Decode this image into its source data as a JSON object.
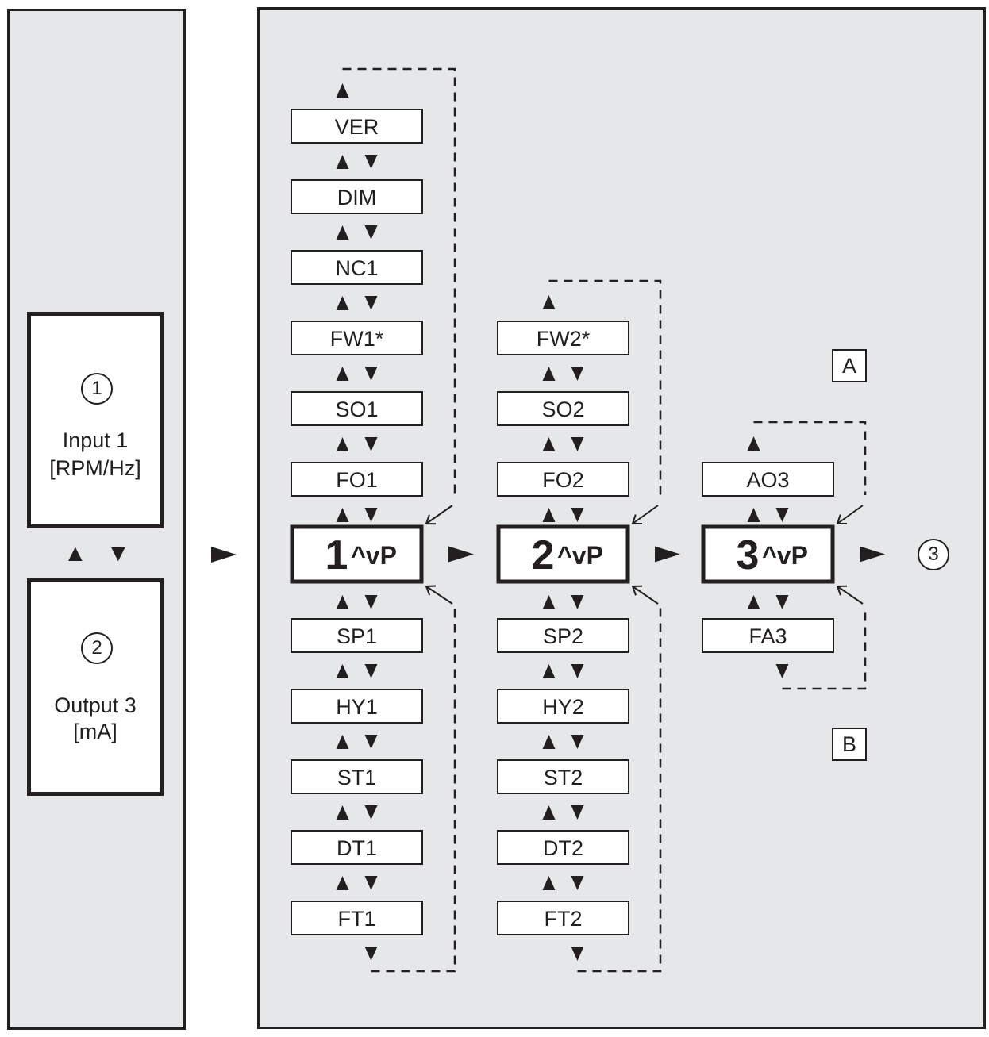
{
  "left_panel": {
    "input_marker": "1",
    "input_label": "Input 1",
    "input_unit": "[RPM/Hz]",
    "output_marker": "2",
    "output_label": "Output 3",
    "output_unit": "[mA]",
    "toggle_up": "▲",
    "toggle_down": "▼"
  },
  "channels": [
    {
      "id": "1",
      "header_digit": "1",
      "header_suffix": "^vP",
      "up_items": [
        "VER",
        "DIM",
        "NC1",
        "FW1*",
        "SO1",
        "FO1"
      ],
      "down_items": [
        "SP1",
        "HY1",
        "ST1",
        "DT1",
        "FT1"
      ]
    },
    {
      "id": "2",
      "header_digit": "2",
      "header_suffix": "^vP",
      "up_items": [
        "FW2*",
        "SO2",
        "FO2"
      ],
      "down_items": [
        "SP2",
        "HY2",
        "ST2",
        "DT2",
        "FT2"
      ]
    },
    {
      "id": "3",
      "header_digit": "3",
      "header_suffix": "^vP",
      "up_items": [
        "AO3"
      ],
      "down_items": [
        "FA3"
      ]
    }
  ],
  "exit_marker": "3",
  "label_a": "A",
  "label_b": "B",
  "colors": {
    "line": "#231f20",
    "panel": "#e6e7e8",
    "box": "#ffffff"
  }
}
